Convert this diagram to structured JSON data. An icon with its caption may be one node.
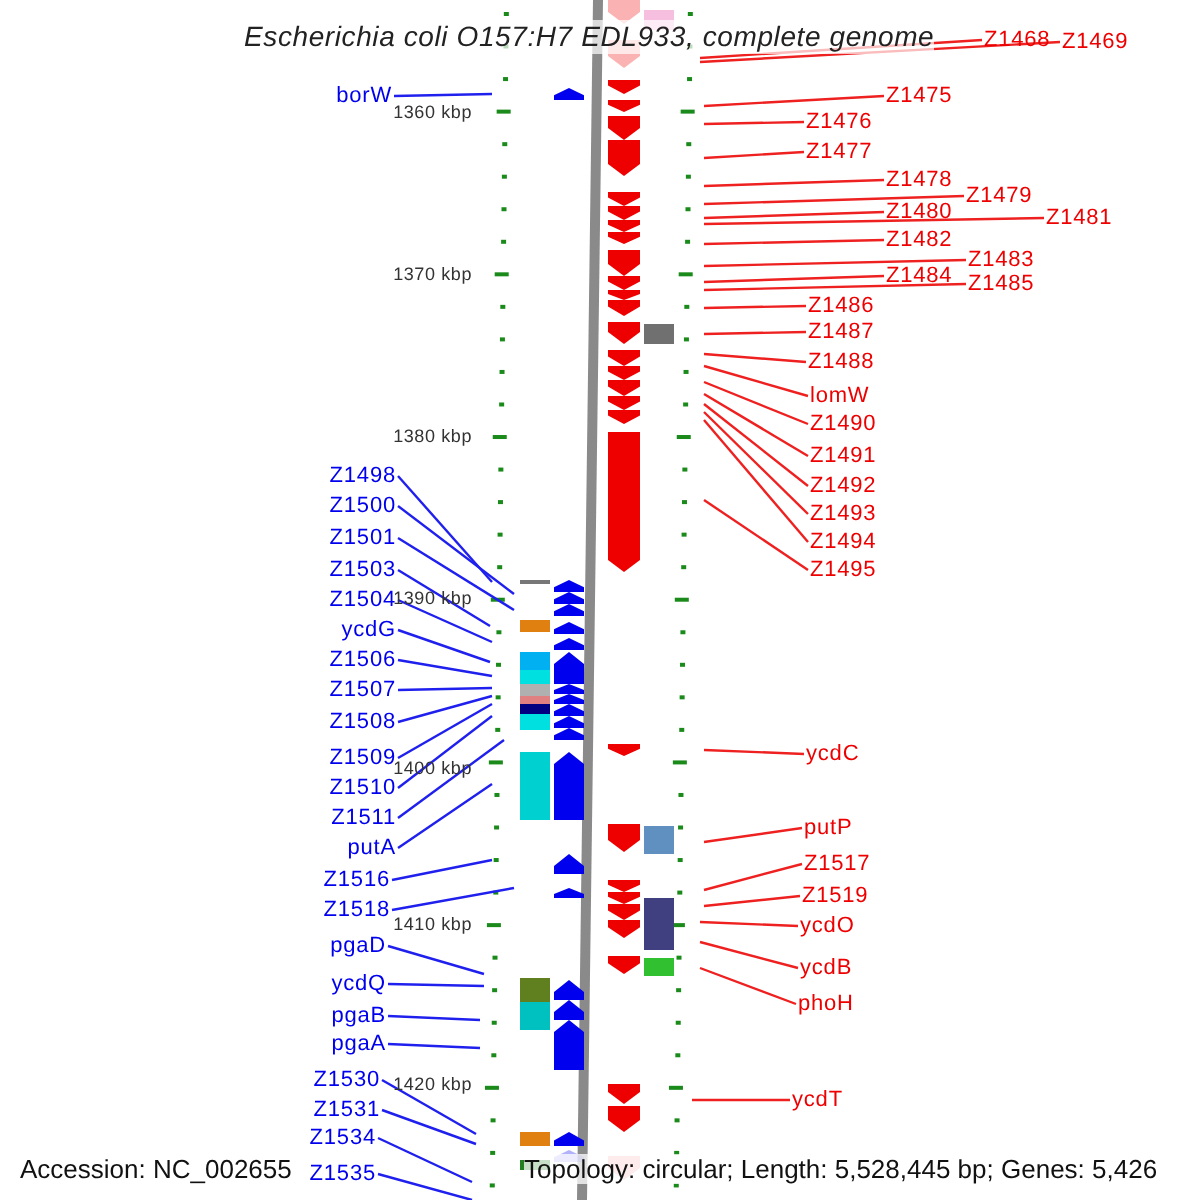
{
  "diagram": {
    "title": "Escherichia coli O157:H7 EDL933, complete genome",
    "nodes": [
      {
        "text": [
          "Z1468"
        ]
      },
      {
        "text": [
          "Z1469"
        ]
      },
      {
        "text": [
          "Z1475"
        ]
      },
      {
        "text": [
          "Z1476"
        ]
      },
      {
        "text": [
          "Z1477"
        ]
      },
      {
        "text": [
          "Z1478"
        ]
      },
      {
        "text": [
          "Z1479"
        ]
      },
      {
        "text": [
          "Z1480"
        ]
      },
      {
        "text": [
          "Z1481"
        ]
      },
      {
        "text": [
          "Z1482"
        ]
      },
      {
        "text": [
          "Z1483"
        ]
      },
      {
        "text": [
          "Z1484"
        ]
      },
      {
        "text": [
          "Z1485"
        ]
      },
      {
        "text": [
          "Z1486"
        ]
      },
      {
        "text": [
          "Z1487"
        ]
      },
      {
        "text": [
          "Z1488"
        ]
      },
      {
        "text": [
          "lomW"
        ]
      },
      {
        "text": [
          "Z1490"
        ]
      },
      {
        "text": [
          "Z1491"
        ]
      },
      {
        "text": [
          "Z1492"
        ]
      },
      {
        "text": [
          "Z1493"
        ]
      },
      {
        "text": [
          "Z1494"
        ]
      },
      {
        "text": [
          "Z1495"
        ]
      },
      {
        "text": [
          "ycdC"
        ]
      },
      {
        "text": [
          "putP"
        ]
      },
      {
        "text": [
          "Z1517"
        ]
      },
      {
        "text": [
          "Z1519"
        ]
      },
      {
        "text": [
          "ycdO"
        ]
      },
      {
        "text": [
          "ycdB"
        ]
      },
      {
        "text": [
          "phoH"
        ]
      },
      {
        "text": [
          "ycdT"
        ]
      },
      {
        "text": [
          "borW"
        ]
      },
      {
        "text": [
          "Z1498"
        ]
      },
      {
        "text": [
          "Z1500"
        ]
      },
      {
        "text": [
          "Z1501"
        ]
      },
      {
        "text": [
          "Z1503"
        ]
      },
      {
        "text": [
          "Z1504"
        ]
      },
      {
        "text": [
          "ycdG"
        ]
      },
      {
        "text": [
          "Z1506"
        ]
      },
      {
        "text": [
          "Z1507"
        ]
      },
      {
        "text": [
          "Z1508"
        ]
      },
      {
        "text": [
          "Z1509"
        ]
      },
      {
        "text": [
          "Z1510"
        ]
      },
      {
        "text": [
          "Z1511"
        ]
      },
      {
        "text": [
          "putA"
        ]
      },
      {
        "text": [
          "Z1516"
        ]
      },
      {
        "text": [
          "Z1518"
        ]
      },
      {
        "text": [
          "pgaD"
        ]
      },
      {
        "text": [
          "ycdQ"
        ]
      },
      {
        "text": [
          "pgaB"
        ]
      },
      {
        "text": [
          "pgaA"
        ]
      },
      {
        "text": [
          "Z1530"
        ]
      },
      {
        "text": [
          "Z1531"
        ]
      },
      {
        "text": [
          "Z1534"
        ]
      },
      {
        "text": [
          "Z1535"
        ]
      }
    ],
    "edges": [
      {
        "from": 0,
        "to": null,
        "arrow": "none"
      },
      {
        "from": 1,
        "to": null,
        "arrow": "none"
      },
      {
        "from": 2,
        "to": null,
        "arrow": "none"
      },
      {
        "from": 3,
        "to": null,
        "arrow": "none"
      },
      {
        "from": 4,
        "to": null,
        "arrow": "none"
      },
      {
        "from": 5,
        "to": null,
        "arrow": "none"
      },
      {
        "from": 6,
        "to": null,
        "arrow": "none"
      },
      {
        "from": 7,
        "to": null,
        "arrow": "none"
      },
      {
        "from": 8,
        "to": null,
        "arrow": "none"
      },
      {
        "from": 9,
        "to": null,
        "arrow": "none"
      },
      {
        "from": 10,
        "to": null,
        "arrow": "none"
      },
      {
        "from": 11,
        "to": null,
        "arrow": "none"
      },
      {
        "from": 12,
        "to": null,
        "arrow": "none"
      },
      {
        "from": 13,
        "to": null,
        "arrow": "none"
      },
      {
        "from": 14,
        "to": null,
        "arrow": "none"
      },
      {
        "from": 15,
        "to": null,
        "arrow": "none"
      },
      {
        "from": 16,
        "to": null,
        "arrow": "none"
      },
      {
        "from": 17,
        "to": null,
        "arrow": "none"
      },
      {
        "from": 18,
        "to": null,
        "arrow": "none"
      },
      {
        "from": 19,
        "to": null,
        "arrow": "none"
      },
      {
        "from": 20,
        "to": null,
        "arrow": "none"
      },
      {
        "from": 21,
        "to": null,
        "arrow": "none"
      },
      {
        "from": 22,
        "to": null,
        "arrow": "none"
      },
      {
        "from": 23,
        "to": null,
        "arrow": "none"
      },
      {
        "from": 24,
        "to": null,
        "arrow": "none"
      },
      {
        "from": 25,
        "to": null,
        "arrow": "none"
      },
      {
        "from": 26,
        "to": null,
        "arrow": "none"
      },
      {
        "from": 27,
        "to": null,
        "arrow": "none"
      },
      {
        "from": 28,
        "to": null,
        "arrow": "none"
      },
      {
        "from": 29,
        "to": null,
        "arrow": "none"
      },
      {
        "from": 30,
        "to": null,
        "arrow": "none"
      },
      {
        "from": 31,
        "to": null,
        "arrow": "none",
        "color": "#2020ee"
      },
      {
        "from": 32,
        "to": null,
        "arrow": "none",
        "color": "#2020ee"
      },
      {
        "from": 33,
        "to": null,
        "arrow": "none",
        "color": "#2020ee"
      },
      {
        "from": 34,
        "to": null,
        "arrow": "none",
        "color": "#2020ee"
      },
      {
        "from": 35,
        "to": null,
        "arrow": "none",
        "color": "#2020ee"
      },
      {
        "from": 36,
        "to": null,
        "arrow": "none",
        "color": "#2020ee"
      },
      {
        "from": 37,
        "to": null,
        "arrow": "none",
        "color": "#2020ee"
      },
      {
        "from": 38,
        "to": null,
        "arrow": "none",
        "color": "#2020ee"
      },
      {
        "from": 39,
        "to": null,
        "arrow": "none",
        "color": "#2020ee"
      },
      {
        "from": 40,
        "to": null,
        "arrow": "none",
        "color": "#2020ee"
      },
      {
        "from": 41,
        "to": null,
        "arrow": "none",
        "color": "#2020ee"
      },
      {
        "from": 42,
        "to": null,
        "arrow": "none",
        "color": "#2020ee"
      },
      {
        "from": 43,
        "to": null,
        "arrow": "none",
        "color": "#2020ee"
      },
      {
        "from": 44,
        "to": null,
        "arrow": "none",
        "color": "#2020ee"
      },
      {
        "from": 45,
        "to": null,
        "arrow": "none",
        "color": "#2020ee"
      },
      {
        "from": 46,
        "to": null,
        "arrow": "none",
        "color": "#2020ee"
      },
      {
        "from": 47,
        "to": null,
        "arrow": "none",
        "color": "#2020ee"
      },
      {
        "from": 48,
        "to": null,
        "arrow": "none",
        "color": "#2020ee"
      },
      {
        "from": 49,
        "to": null,
        "arrow": "none",
        "color": "#2020ee"
      },
      {
        "from": 50,
        "to": null,
        "arrow": "none",
        "color": "#2020ee"
      },
      {
        "from": 51,
        "to": null,
        "arrow": "none",
        "color": "#2020ee"
      },
      {
        "from": 52,
        "to": null,
        "arrow": "none",
        "color": "#2020ee"
      },
      {
        "from": 53,
        "to": null,
        "arrow": "none",
        "color": "#2020ee"
      },
      {
        "from": 54,
        "to": null,
        "arrow": "none",
        "color": "#2020ee"
      }
    ],
    "labels": [
      "1360 kbp",
      "1370 kbp",
      "1380 kbp",
      "1390 kbp",
      "1400 kbp",
      "1410 kbp",
      "1420 kbp",
      "Accession: NC_002655",
      "Topology: circular; Length: 5,528,445 bp; Genes: 5,426"
    ]
  }
}
